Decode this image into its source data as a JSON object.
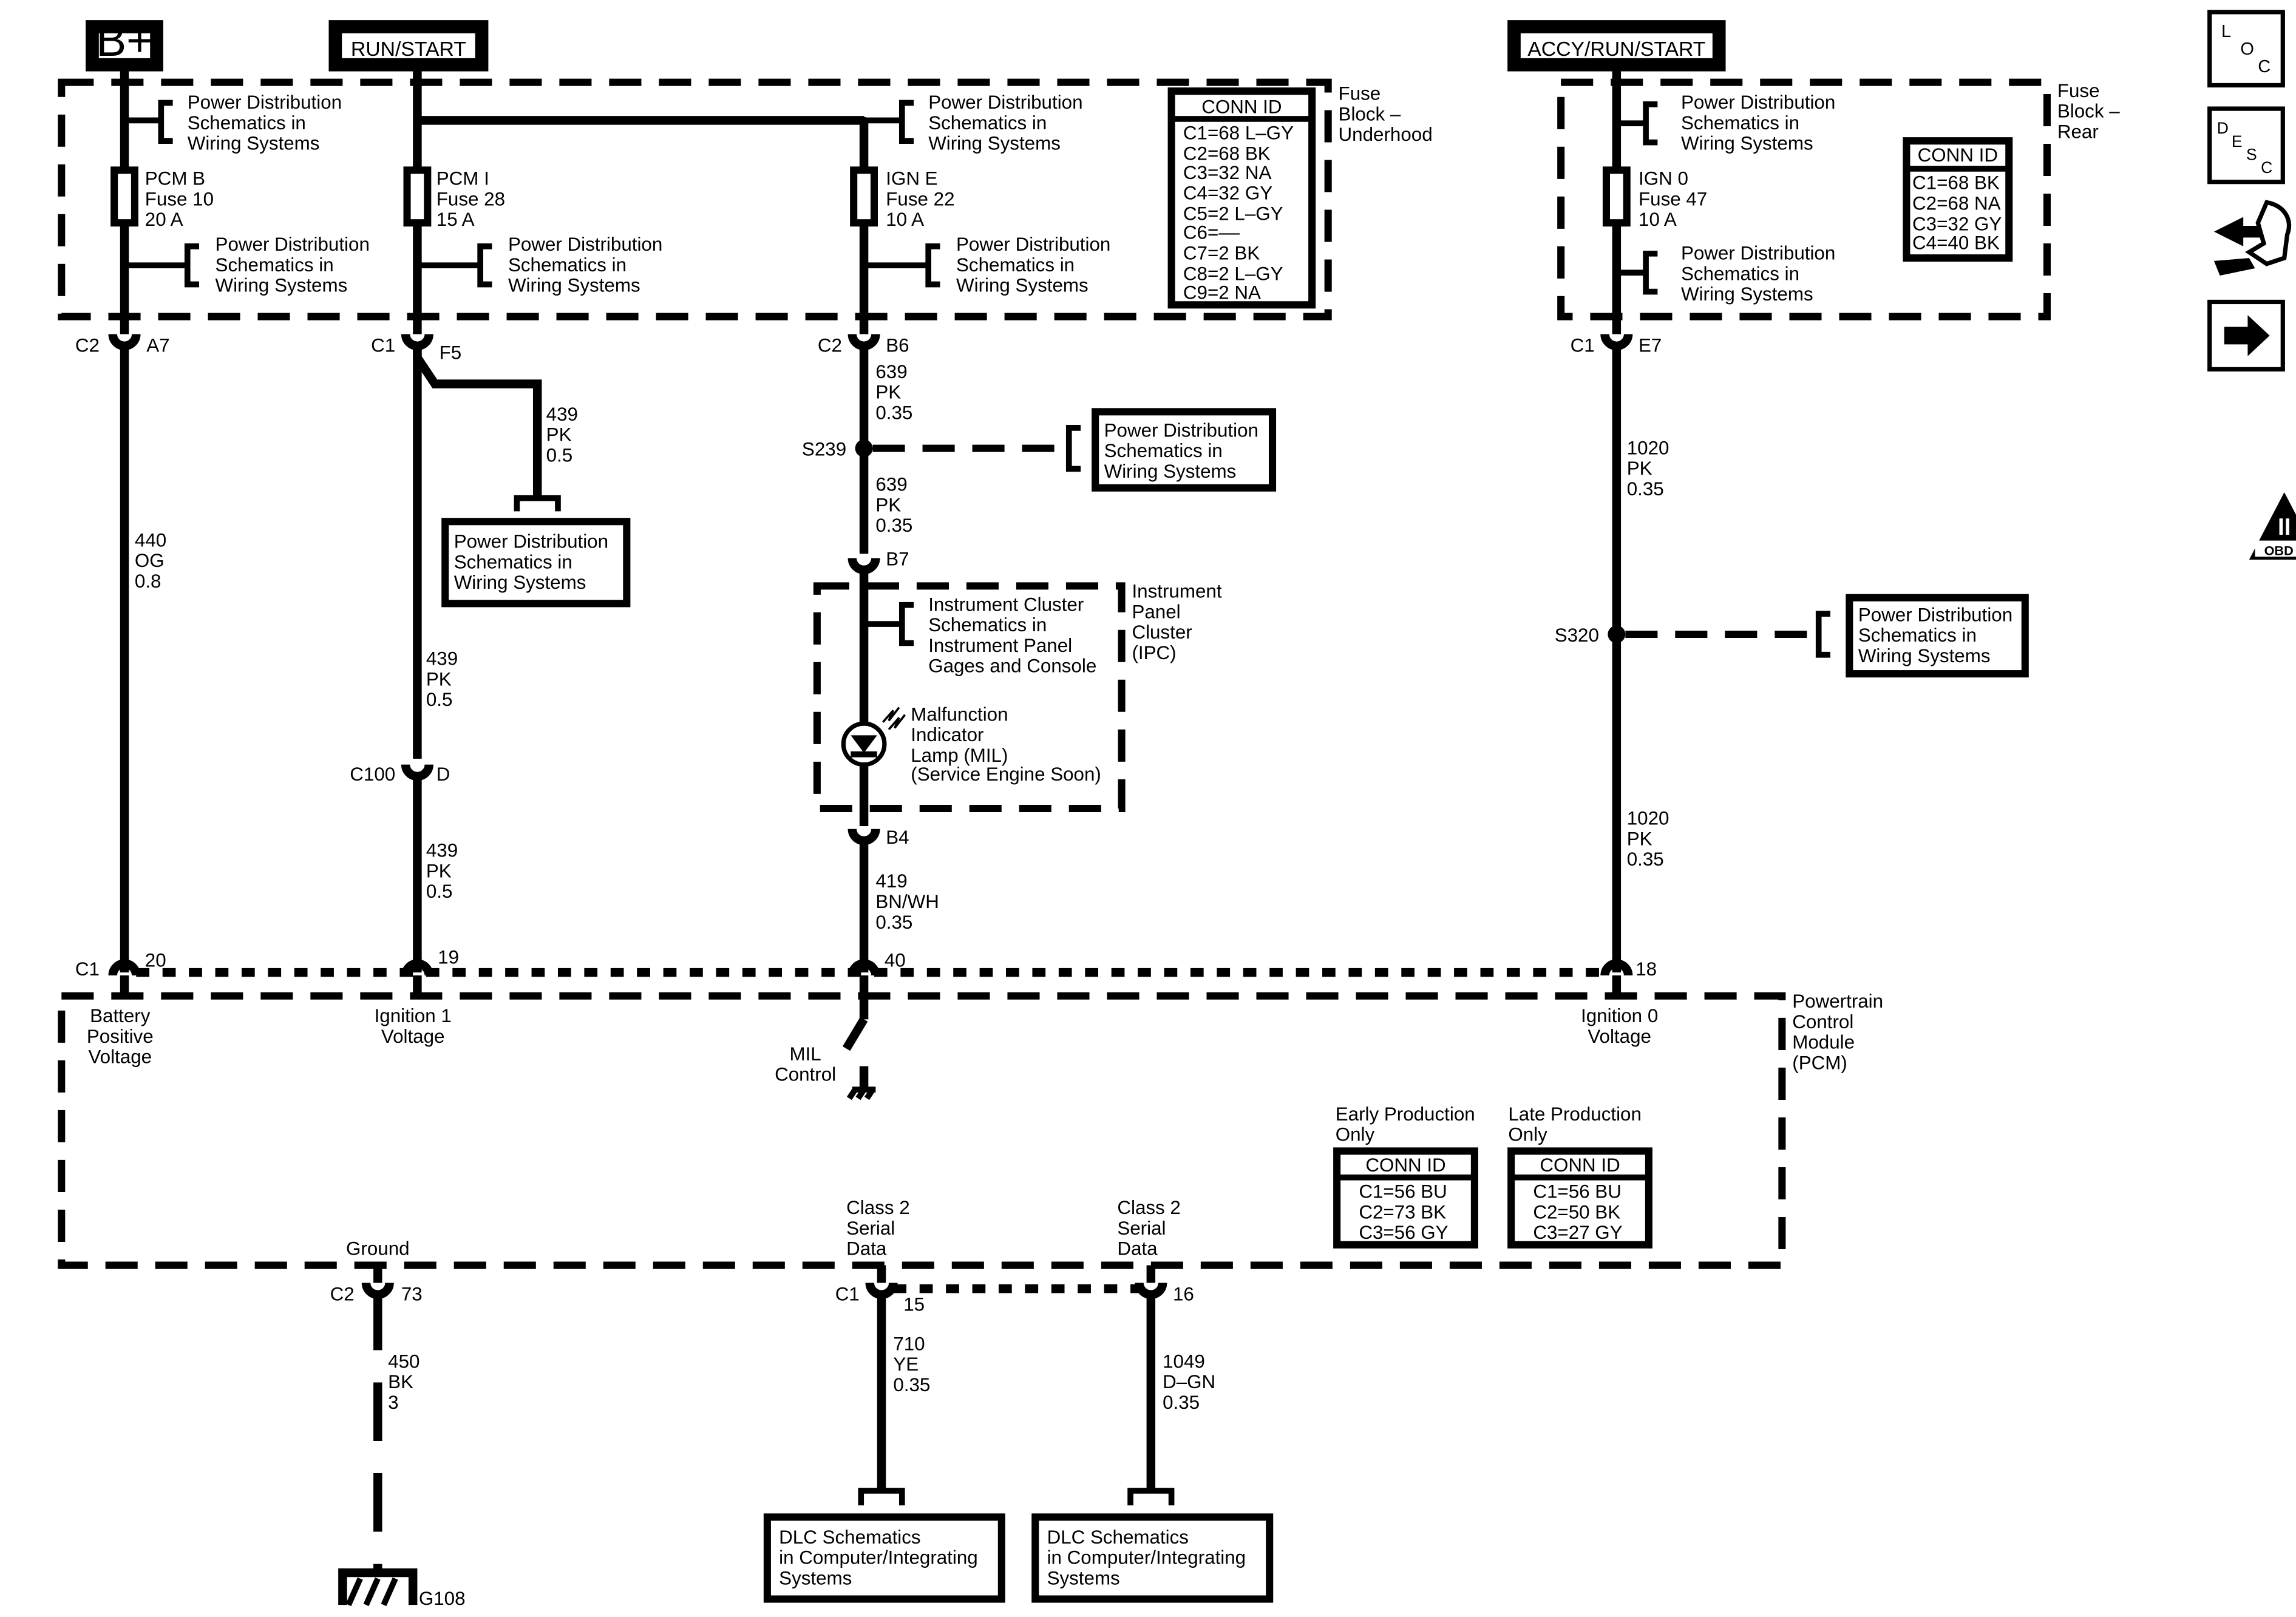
{
  "power_sources": {
    "bplus": "B+",
    "run_start": "RUN/START",
    "accy_run_start": "ACCY/RUN/START"
  },
  "fuse_block_underhood": {
    "label": [
      "Fuse",
      "Block –",
      "Underhood"
    ],
    "pd_ref": [
      "Power Distribution",
      "Schematics in",
      "Wiring Systems"
    ],
    "fuses": [
      {
        "name": "PCM B",
        "fuse": "Fuse 10",
        "amps": "20 A"
      },
      {
        "name": "PCM I",
        "fuse": "Fuse 28",
        "amps": "15 A"
      },
      {
        "name": "IGN E",
        "fuse": "Fuse 22",
        "amps": "10 A"
      }
    ],
    "conn_id_title": "CONN ID",
    "conn_ids": [
      "C1=68 L–GY",
      "C2=68 BK",
      "C3=32 NA",
      "C4=32 GY",
      "C5=2 L–GY",
      "C6=––",
      "C7=2 BK",
      "C8=2 L–GY",
      "C9=2 NA"
    ]
  },
  "fuse_block_rear": {
    "label": [
      "Fuse",
      "Block –",
      "Rear"
    ],
    "pd_ref": [
      "Power Distribution",
      "Schematics in",
      "Wiring  Systems"
    ],
    "fuse": {
      "name": "IGN 0",
      "fuse": "Fuse 47",
      "amps": "10 A"
    },
    "conn_id_title": "CONN ID",
    "conn_ids": [
      "C1=68 BK",
      "C2=68 NA",
      "C3=32 GY",
      "C4=40 BK"
    ]
  },
  "connectors": {
    "c2_a7": [
      "C2",
      "A7"
    ],
    "c1_f5": [
      "C1",
      "F5"
    ],
    "c2_b6": [
      "C2",
      "B6"
    ],
    "c1_e7": [
      "C1",
      "E7"
    ],
    "b7": "B7",
    "b4": "B4",
    "c100": [
      "C100",
      "D"
    ],
    "pcm_c1": [
      "C1",
      "20",
      "19",
      "40",
      "18"
    ],
    "ground_c2": [
      "C2",
      "73"
    ],
    "data_c1": [
      "C1",
      "15",
      "16"
    ]
  },
  "splices": {
    "s239": "S239",
    "s320": "S320"
  },
  "wires": {
    "w440": [
      "440",
      "OG",
      "0.8"
    ],
    "w439a": [
      "439",
      "PK",
      "0.5"
    ],
    "w439b": [
      "439",
      "PK",
      "0.5"
    ],
    "w439c": [
      "439",
      "PK",
      "0.5"
    ],
    "w639a": [
      "639",
      "PK",
      "0.35"
    ],
    "w639b": [
      "639",
      "PK",
      "0.35"
    ],
    "w419": [
      "419",
      "BN/WH",
      "0.35"
    ],
    "w1020a": [
      "1020",
      "PK",
      "0.35"
    ],
    "w1020b": [
      "1020",
      "PK",
      "0.35"
    ],
    "w450": [
      "450",
      "BK",
      "3"
    ],
    "w710": [
      "710",
      "YE",
      "0.35"
    ],
    "w1049": [
      "1049",
      "D–GN",
      "0.35"
    ]
  },
  "ref_boxes": {
    "pd": [
      "Power Distribution",
      "Schematics in",
      "Wiring Systems"
    ],
    "dlc": [
      "DLC Schematics",
      "in Computer/Integrating",
      "Systems"
    ]
  },
  "ipc": {
    "label": [
      "Instrument",
      "Panel",
      "Cluster",
      "(IPC)"
    ],
    "ref": [
      "Instrument  Cluster",
      "Schematics in",
      "Instrument Panel",
      "Gages and Console"
    ],
    "mil": [
      "Malfunction",
      "Indicator",
      "Lamp (MIL)",
      "(Service Engine Soon)"
    ]
  },
  "pcm": {
    "label": [
      "Powertrain",
      "Control",
      "Module",
      "(PCM)"
    ],
    "batt": [
      "Battery",
      "Positive",
      "Voltage"
    ],
    "ign1": [
      "Ignition 1",
      "Voltage"
    ],
    "ign0": [
      "Ignition 0",
      "Voltage"
    ],
    "mil": [
      "MIL",
      "Control"
    ],
    "ground": "Ground",
    "class2": [
      "Class 2",
      "Serial",
      "Data"
    ],
    "early": [
      "Early Production",
      "Only"
    ],
    "late": [
      "Late Production",
      "Only"
    ],
    "conn_id_title": "CONN ID",
    "early_ids": [
      "C1=56 BU",
      "C2=73 BK",
      "C3=56 GY"
    ],
    "late_ids": [
      "C1=56 BU",
      "C2=50 BK",
      "C3=27 GY"
    ]
  },
  "ground_id": "G108",
  "side_icons": {
    "loc": [
      "L",
      "O",
      "C"
    ],
    "desc": [
      "D",
      "E",
      "S",
      "C"
    ],
    "obd": [
      "II",
      "OBD II"
    ]
  }
}
